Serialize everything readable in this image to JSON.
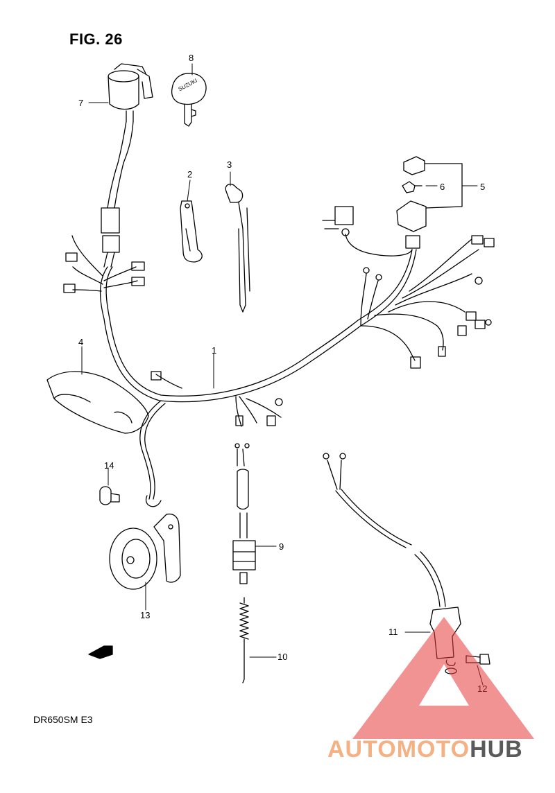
{
  "figure": {
    "title": "FIG. 26",
    "model": "DR650SM  E3"
  },
  "callouts": [
    "1",
    "2",
    "3",
    "4",
    "5",
    "6",
    "7",
    "8",
    "9",
    "10",
    "11",
    "12",
    "13",
    "14"
  ],
  "labels": {
    "fwd": "FWD",
    "suzuki": "SUZUKI"
  },
  "watermark": {
    "part1": "AUTOMOTO",
    "part2": "HUB"
  },
  "colors": {
    "line": "#000000",
    "watermark_accent": "#f4b183",
    "watermark_dark": "#5a5a5a",
    "watermark_triangle": "#e63a3a"
  }
}
